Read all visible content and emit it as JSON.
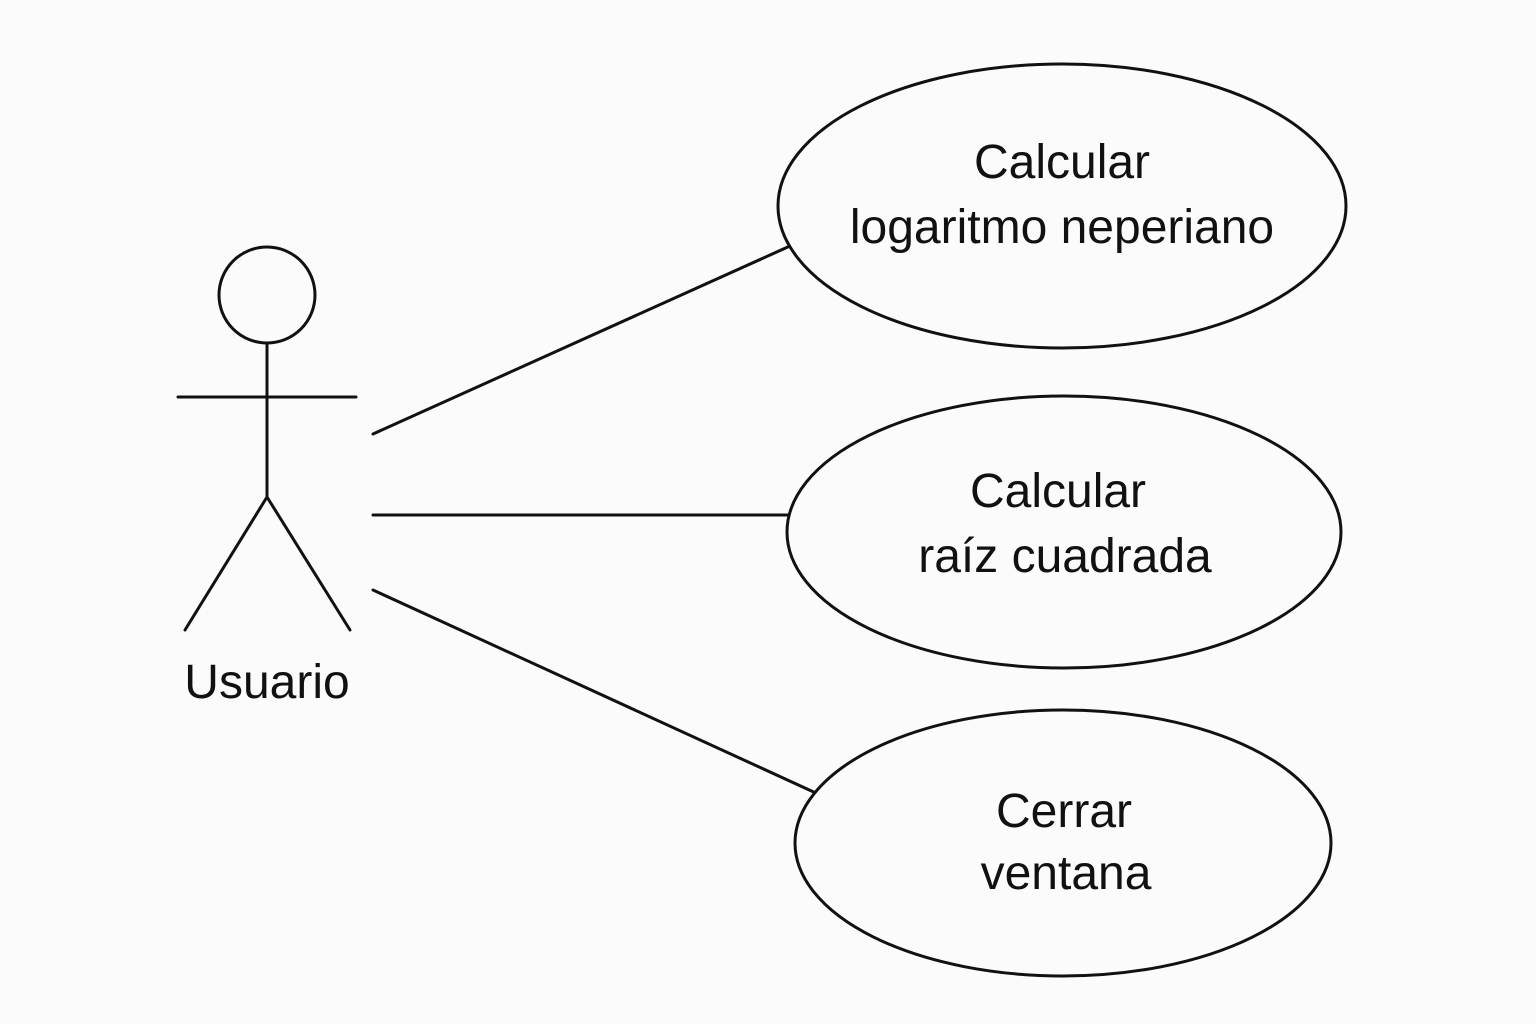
{
  "actor": {
    "name": "Usuario"
  },
  "use_cases": [
    {
      "line1": "Calcular",
      "line2": "logaritmo neperiano"
    },
    {
      "line1": "Calcular",
      "line2": "raíz cuadrada"
    },
    {
      "line1": "Cerrar",
      "line2": "ventana"
    }
  ]
}
